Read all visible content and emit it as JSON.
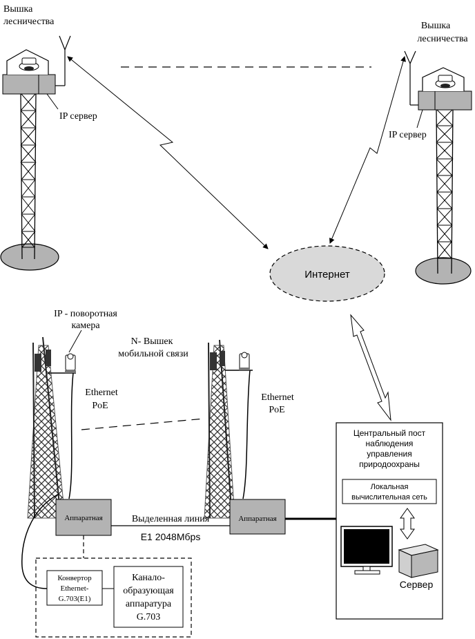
{
  "towers": {
    "forestry_left_label_1": "Вышка",
    "forestry_left_label_2": "лесничества",
    "forestry_right_label_1": "Вышка",
    "forestry_right_label_2": "лесничества",
    "ip_server_left": "IP сервер",
    "ip_server_right": "IP сервер"
  },
  "internet": {
    "label": "Интернет"
  },
  "camera": {
    "label_1": "IP - поворотная",
    "label_2": "камера"
  },
  "mobile": {
    "label_1": "N- Вышек",
    "label_2": "мобильной связи"
  },
  "ethernet": {
    "left_1": "Ethernet",
    "left_2": "PoE",
    "right_1": "Ethernet",
    "right_2": "PoE"
  },
  "equipment": {
    "room_left": "Аппаратная",
    "room_right": "Аппаратная",
    "line_label": "Выделенная линия",
    "line_speed": "E1 2048Мбps"
  },
  "converter": {
    "line_1": "Конвертор",
    "line_2": "Ethernet-",
    "line_3": "G.703(E1)"
  },
  "channel_eq": {
    "line_1": "Канало-",
    "line_2": "образующая",
    "line_3": "аппаратура",
    "line_4": "G.703"
  },
  "central": {
    "line_1": "Центральный пост",
    "line_2": "наблюдения",
    "line_3": "управления",
    "line_4": "природоохраны",
    "lan_1": "Локальная",
    "lan_2": "вычислительная сеть",
    "server": "Сервер"
  }
}
